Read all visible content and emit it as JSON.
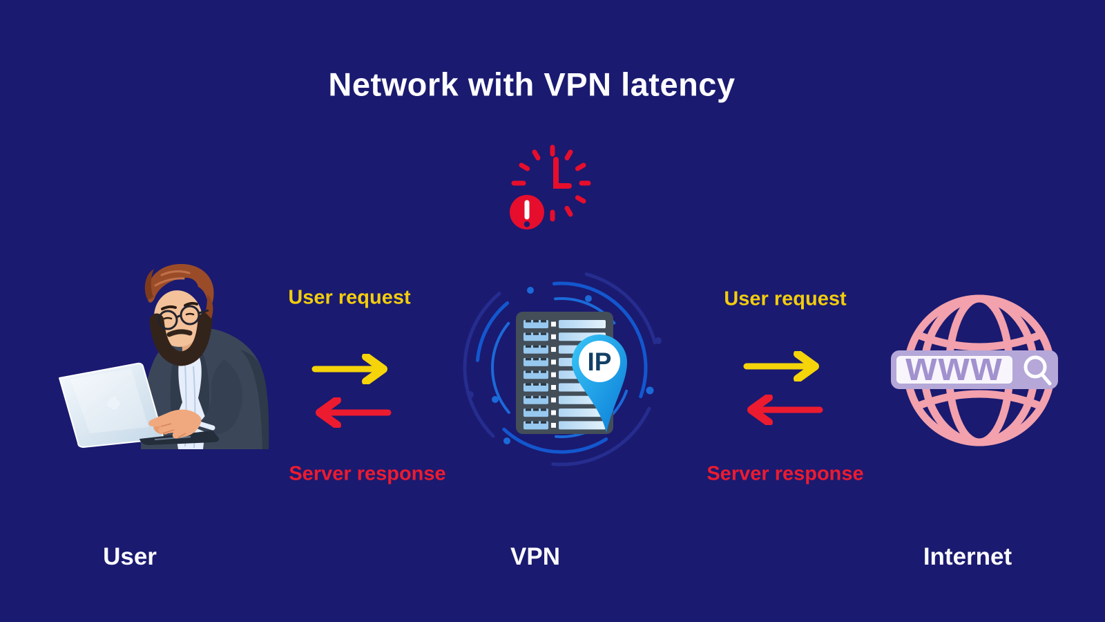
{
  "title": "Network with VPN latency",
  "nodes": {
    "user": {
      "label": "User"
    },
    "vpn": {
      "label": "VPN",
      "pin_text": "IP"
    },
    "internet": {
      "label": "Internet",
      "address_text": "www"
    }
  },
  "flows": {
    "user_vpn": {
      "request": "User request",
      "response": "Server response"
    },
    "vpn_internet": {
      "request": "User request",
      "response": "Server response"
    }
  },
  "icons": {
    "latency": "clock-alert-icon",
    "vpn": "server-rack-with-ip-pin-icon",
    "internet": "globe-with-www-search-bar-icon",
    "user": "man-typing-on-laptop-illustration"
  },
  "colors": {
    "background": "#1a1a70",
    "title_text": "#fdfdff",
    "request_yellow": "#f2cd0d",
    "arrow_yellow": "#f5d40a",
    "response_red": "#ed1b2f",
    "alert_red": "#e60e2c",
    "ring_blue": "#1357cf",
    "pin_blue": "#0b7bd6",
    "server_body": "#434e59",
    "server_row_blue": "#97c8ef",
    "globe_pink": "#f2a1ad",
    "search_bar_purple": "#b5a7d8",
    "www_purple": "#a291cf"
  }
}
